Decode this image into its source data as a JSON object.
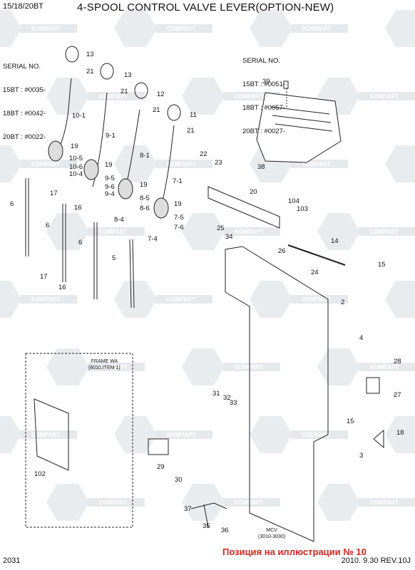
{
  "header": {
    "model_code": "15/18/20BT",
    "title": "4-SPOOL CONTROL VALVE LEVER(OPTION-NEW)"
  },
  "serial_left": {
    "heading": "SERIAL NO.",
    "lines": [
      "15BT : #0035-",
      "18BT : #0042-",
      "20BT : #0022-"
    ]
  },
  "serial_right": {
    "heading": "SERIAL NO.",
    "lines": [
      "15BT : #0051-",
      "18BT : #0057-",
      "20BT : #0027-"
    ]
  },
  "notes": {
    "frame": [
      "FRAME WA",
      "(6010,ITEM 1)"
    ],
    "mcv": [
      "MCV",
      "(3010-3030)"
    ]
  },
  "watermark": {
    "text": "KOMПAPT",
    "text_alt": "COMPART"
  },
  "callouts": [
    "13",
    "21",
    "13",
    "21",
    "12",
    "21",
    "11",
    "21",
    "10-1",
    "9-1",
    "8-1",
    "7-1",
    "19",
    "10-5",
    "10-6",
    "10-4",
    "19",
    "9-5",
    "9-6",
    "9-4",
    "19",
    "8-5",
    "8-6",
    "8-4",
    "19",
    "7-5",
    "7-6",
    "7-4",
    "17",
    "16",
    "6",
    "6",
    "6",
    "17",
    "16",
    "5",
    "22",
    "23",
    "20",
    "39",
    "38",
    "104",
    "103",
    "25",
    "34",
    "26",
    "24",
    "14",
    "15",
    "2",
    "4",
    "28",
    "27",
    "18",
    "15",
    "3",
    "31",
    "32",
    "33",
    "29",
    "30",
    "37",
    "35",
    "36",
    "102"
  ],
  "footer": {
    "page_number": "2031",
    "position_note": "Позиция на иллюстрации № 10",
    "revision": "2010. 9.30  REV.10J"
  }
}
